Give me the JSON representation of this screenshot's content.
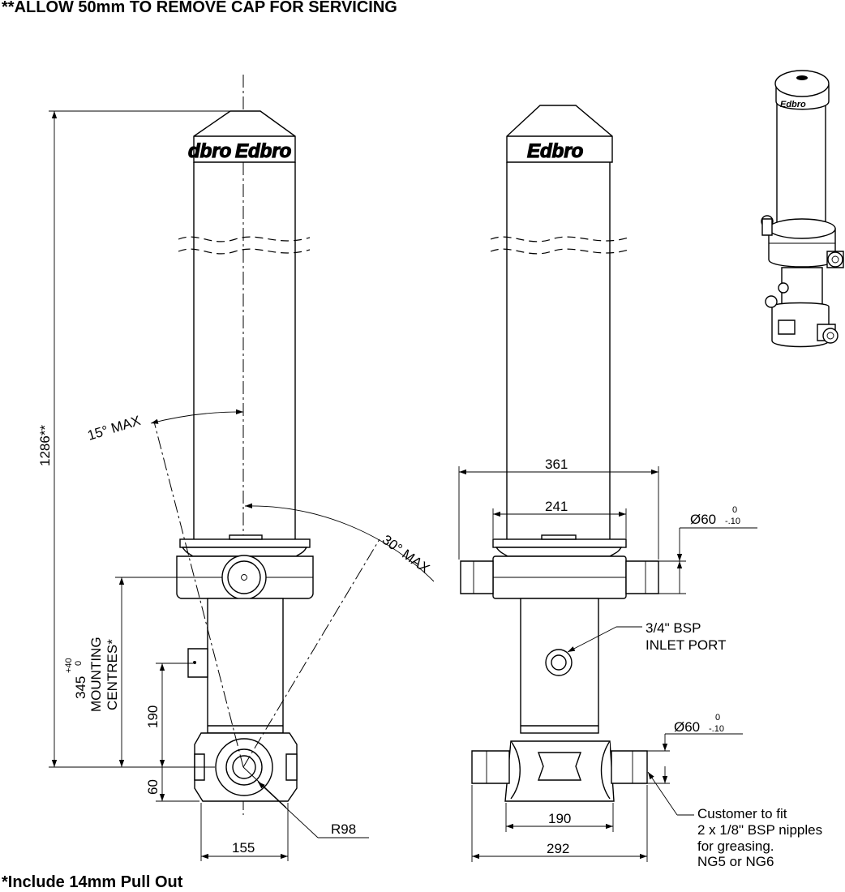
{
  "notes": {
    "top": "**ALLOW 50mm TO REMOVE CAP FOR SERVICING",
    "bottom": "*Include 14mm Pull Out"
  },
  "left_view": {
    "brand": "Edbro",
    "brand_partial": "dbro",
    "overall_length": "1286**",
    "angle_small": "15° MAX",
    "angle_large": "30° MAX",
    "mounting_value": "345",
    "mounting_tol_upper": "+40",
    "mounting_tol_lower": "0",
    "mounting_line1": "MOUNTING",
    "mounting_line2": "CENTRES*",
    "dim_190": "190",
    "dim_60": "60",
    "dim_155": "155",
    "radius": "R98"
  },
  "right_view": {
    "brand": "Edbro",
    "width_top_outer": "361",
    "width_top_inner": "241",
    "trunnion_dia": "Ø60",
    "trunnion_tol_upper": "0",
    "trunnion_tol_lower": "-.10",
    "bottom_dia": "Ø60",
    "bottom_tol_upper": "0",
    "bottom_tol_lower": "-.10",
    "inlet_line1": "3/4\" BSP",
    "inlet_line2": "INLET PORT",
    "dim_190": "190",
    "dim_292": "292",
    "grease_line1": "Customer to fit",
    "grease_line2": "2 x 1/8\" BSP nipples",
    "grease_line3": "for greasing.",
    "grease_line4": "NG5 or NG6"
  },
  "iso_view": {
    "brand": "Edbro"
  }
}
